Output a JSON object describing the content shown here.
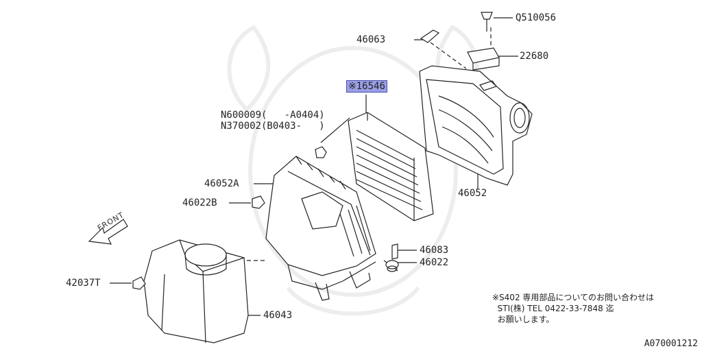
{
  "diagram": {
    "part_labels": {
      "p0510056": "Q510056",
      "p22680": "22680",
      "p46063": "46063",
      "p16546": "※16546",
      "n600009": "N600009(   -A0404)",
      "n370002": "N370002(B0403-   )",
      "p46052a": "46052A",
      "p46022b": "46022B",
      "p46052": "46052",
      "p46083": "46083",
      "p46022": "46022",
      "p42037t": "42037T",
      "p46043": "46043"
    },
    "direction_label": "FRONT",
    "note_lines": [
      "※S402 専用部品についてのお問い合わせは",
      "  STI(株) TEL 0422-33-7848 迄",
      "  お願いします。"
    ],
    "diagram_code": "A070001212",
    "highlight_color": "#9a9fe6"
  }
}
